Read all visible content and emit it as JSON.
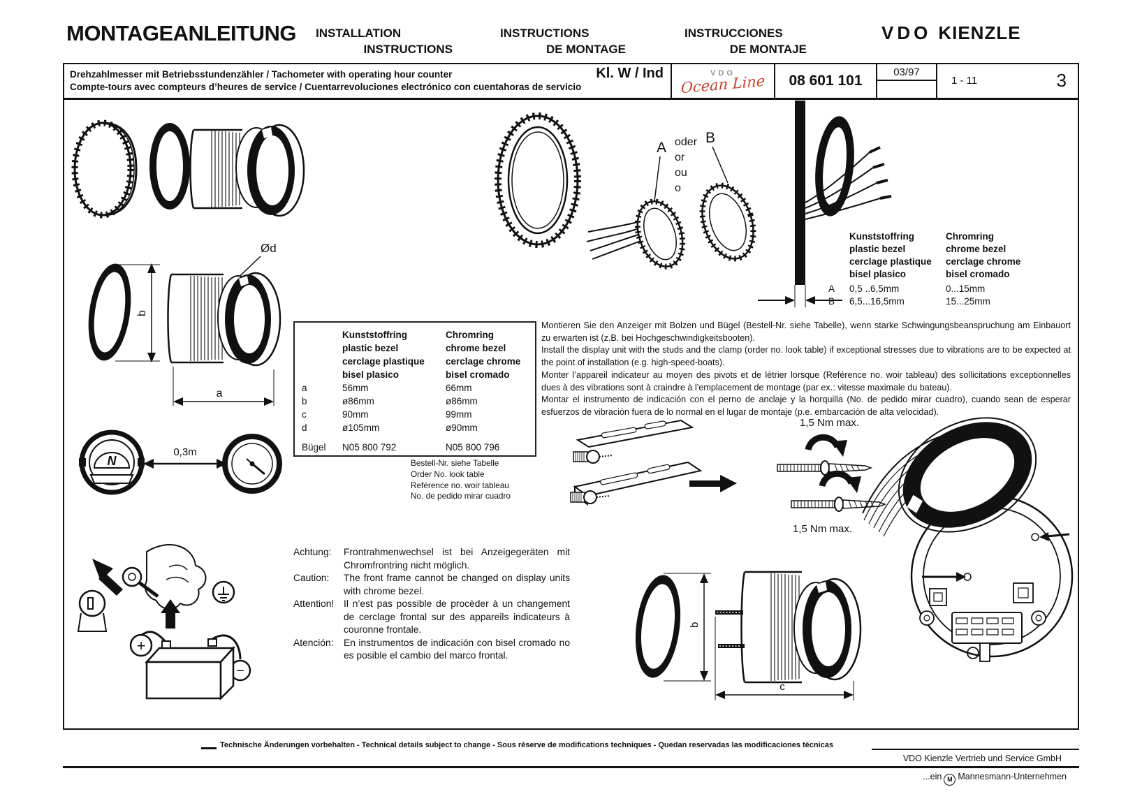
{
  "header": {
    "doc_title": "MONTAGEANLEITUNG",
    "col1_line1": "INSTALLATION",
    "col1_line2": "INSTRUCTIONS",
    "col2_line1": "INSTRUCTIONS",
    "col2_line2": "DE MONTAGE",
    "col3_line1": "INSTRUCCIONES",
    "col3_line2": "DE MONTAJE",
    "brand_vdo": "VDO",
    "brand_kienzle": "KIENZLE"
  },
  "title_block": {
    "line1": "Drehzahlmesser mit Betriebsstundenzähler / Tachometer with operating hour counter",
    "line2": "Compte-tours avec compteurs d’heures de service / Cuentarrevoluciones electrónico con cuentahoras de servicio",
    "class_code": "Kl. W / Ind",
    "logo_top": "VDO",
    "logo_script": "Ocean Line",
    "logo_color": "#c4402e",
    "part_number": "08 601 101",
    "issue_date": "03/97",
    "page_range": "1 - 11",
    "page_number": "3"
  },
  "labels": {
    "pos_a": "A",
    "pos_b": "B",
    "or1": "oder",
    "or2": "or",
    "or3": "ou",
    "or4": "o",
    "dia_d": "Ød",
    "dim_a": "a",
    "dim_b": "b",
    "dim_c": "c",
    "compass_n": "N",
    "distance": "0,3m",
    "torque": "1,5 Nm max.",
    "plus": "+",
    "minus": "−"
  },
  "clearance_table": {
    "col1": [
      "Kunststoffring",
      "plastic bezel",
      "cerclage plastique",
      "bisel plasico"
    ],
    "col2": [
      "Chromring",
      "chrome bezel",
      "cerclage chrome",
      "bisel cromado"
    ],
    "row_a": {
      "label": "A",
      "plastic": "0,5 ..6,5mm",
      "chrome": "0...15mm"
    },
    "row_b": {
      "label": "B",
      "plastic": "6,5...16,5mm",
      "chrome": "15...25mm"
    }
  },
  "dimensions_table": {
    "col1": [
      "Kunststoffring",
      "plastic bezel",
      "cerclage plastique",
      "bisel plasico"
    ],
    "col2": [
      "Chromring",
      "chrome bezel",
      "cerclage chrome",
      "bisel cromado"
    ],
    "rows": [
      {
        "label": "a",
        "plastic": "56mm",
        "chrome": "66mm"
      },
      {
        "label": "b",
        "plastic": "ø86mm",
        "chrome": "ø86mm"
      },
      {
        "label": "c",
        "plastic": "90mm",
        "chrome": "99mm"
      },
      {
        "label": "d",
        "plastic": "ø105mm",
        "chrome": "ø90mm"
      }
    ],
    "bracket": {
      "label": "Bügel",
      "plastic": "N05 800 792",
      "chrome": "N05 800 796"
    }
  },
  "order_note": {
    "de": "Bestell-Nr. siehe Tabelle",
    "en": "Order No. look table",
    "fr": "Reférence no. woir tableau",
    "es": "No. de pedido mirar cuadro"
  },
  "mounting": {
    "de": "Montieren Sie den Anzeiger mit Bolzen und Bügel (Bestell-Nr. siehe Tabelle), wenn starke Schwingungsbeanspruchung am Einbauort zu erwarten ist (z.B. bei Hochgeschwindigkeitsbooten).",
    "en": "Install the display unit with the studs and the clamp (order no. look table) if exceptional stresses due to vibrations are to be expected at the point of installation (e.g. high-speed-boats).",
    "fr": "Monter l’appareil indicateur au moyen des pivots et de lètrier lorsque (Reférence no. woir tableau) des sollicitations exceptionnelles dues à des vibrations sont à craindre à l’emplacement de montage (par ex.: vitesse maximale du bateau).",
    "es": "Montar el instrumento de indicación con el perno de anclaje y la horquilla (No. de pedido  mirar cuadro), cuando sean de esperar esfuerzos de vibración fuera de lo normal en el lugar de montaje (p.e. embarcación de alta velocidad)."
  },
  "caution": {
    "r1_label": "Achtung:",
    "r1_text": "Frontrahmenwechsel ist bei Anzeigegeräten mit Chromfrontring nicht möglich.",
    "r2_label": "Caution:",
    "r2_text": "The front frame cannot be changed on display units with chrome bezel.",
    "r3_label": "Attention!",
    "r3_text": "Il n’est pas possible de procèder à un changement de cerclage frontal sur des appareils indicateurs à couronne frontale.",
    "r4_label": "Atención:",
    "r4_text": "En instrumentos de indicación con bisel cromado no es posible el cambio del marco frontal."
  },
  "footer": {
    "notice": "Technische Änderungen vorbehalten  -  Technical details subject to change  -  Sous réserve de modifications techniques  -  Quedan reservadas las modificaciones técnicas",
    "company": "VDO Kienzle Vertrieb und Service GmbH",
    "group_prefix": "...ein",
    "group_logo": "M",
    "group_suffix": "Mannesmann-Unternehmen"
  }
}
